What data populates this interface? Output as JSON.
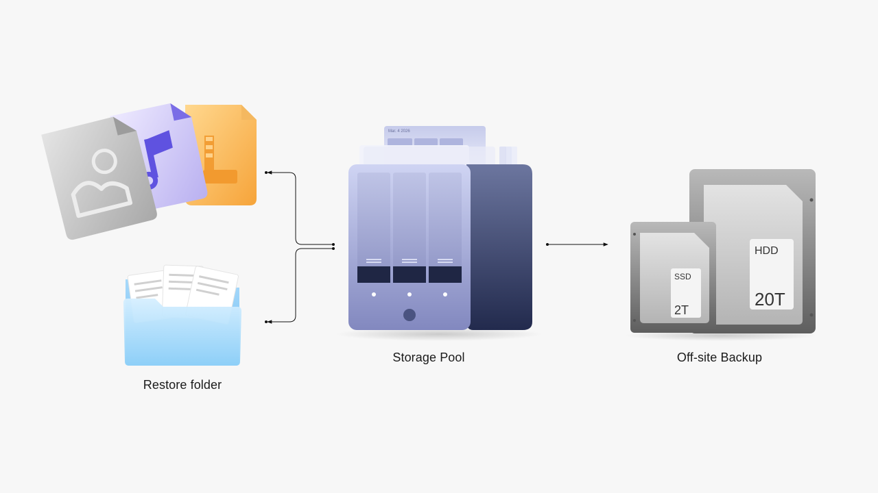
{
  "labels": {
    "restore_folder": "Restore folder",
    "storage_pool": "Storage Pool",
    "offsite_backup": "Off-site Backup"
  },
  "nas": {
    "snapshot_date": "Mar. 4 2026"
  },
  "drives": {
    "ssd_type": "SSD",
    "ssd_capacity": "2T",
    "hdd_type": "HDD",
    "hdd_capacity": "20T"
  },
  "colors": {
    "background": "#f7f7f7",
    "image_file": "#c9c9c9",
    "music_file": "#7468e8",
    "archive_file": "#f5a940",
    "folder": "#8fd0f8",
    "nas_front": "#a3aad8",
    "nas_side": "#3a4470",
    "connector": "#111111"
  },
  "icons": {
    "image_file": "image-file-icon",
    "music_file": "music-file-icon",
    "archive_file": "zip-file-icon",
    "folder": "open-folder-icon",
    "nas": "nas-device-icon",
    "ssd": "ssd-drive-icon",
    "hdd": "hdd-drive-icon"
  }
}
